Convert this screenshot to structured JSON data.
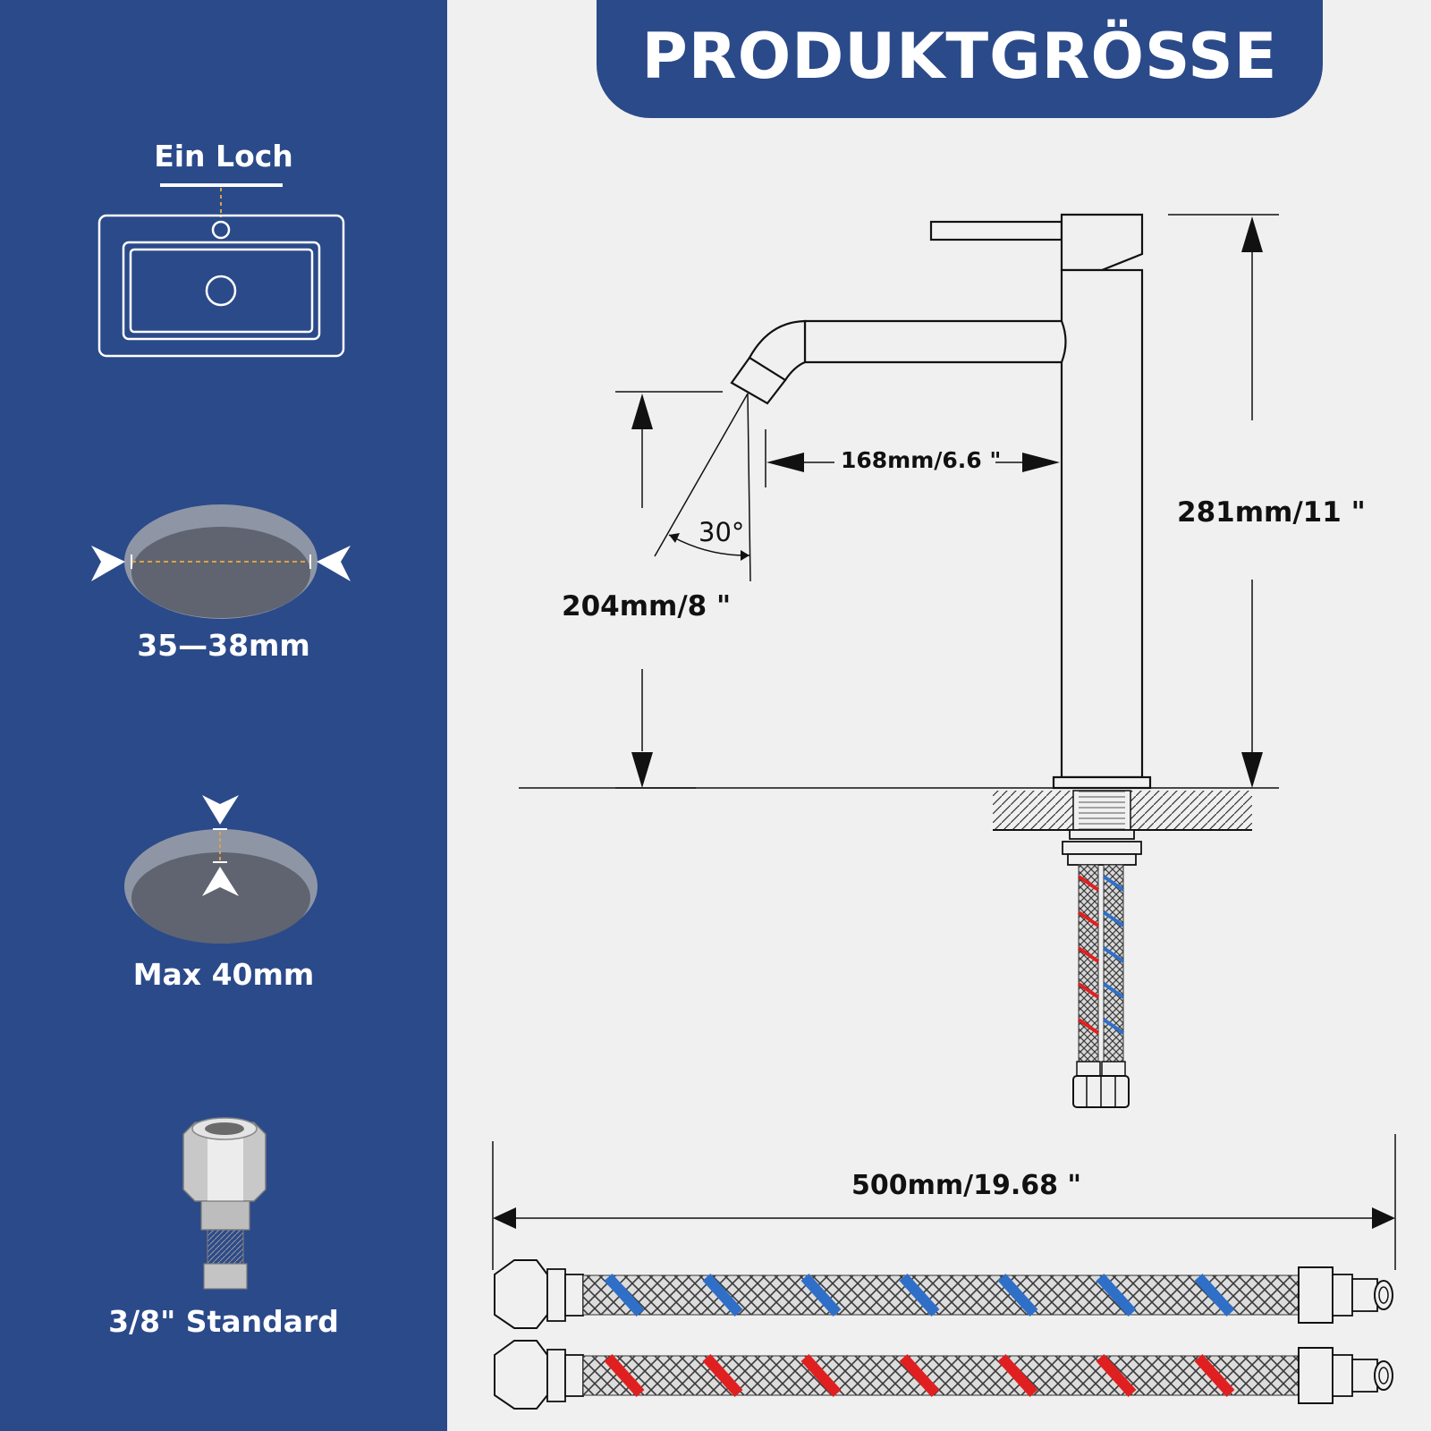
{
  "header": {
    "title": "PRODUKTGRÖSSE"
  },
  "sidebar": {
    "hole_label": "Ein Loch",
    "hole_diameter": "35—38mm",
    "max_thickness": "Max 40mm",
    "connector": "3/8\" Standard"
  },
  "dimensions": {
    "height_total": "281mm/11 \"",
    "spout_reach": "168mm/6.6 \"",
    "spout_height": "204mm/8 \"",
    "angle": "30°",
    "hose_length": "500mm/19.68 \""
  },
  "colors": {
    "panel_blue": "#2b4a8a",
    "background": "#f0f0f0",
    "hose_hot": "#e02020",
    "hose_cold": "#2f6fc8",
    "accent_dashed": "#d9a24a"
  }
}
